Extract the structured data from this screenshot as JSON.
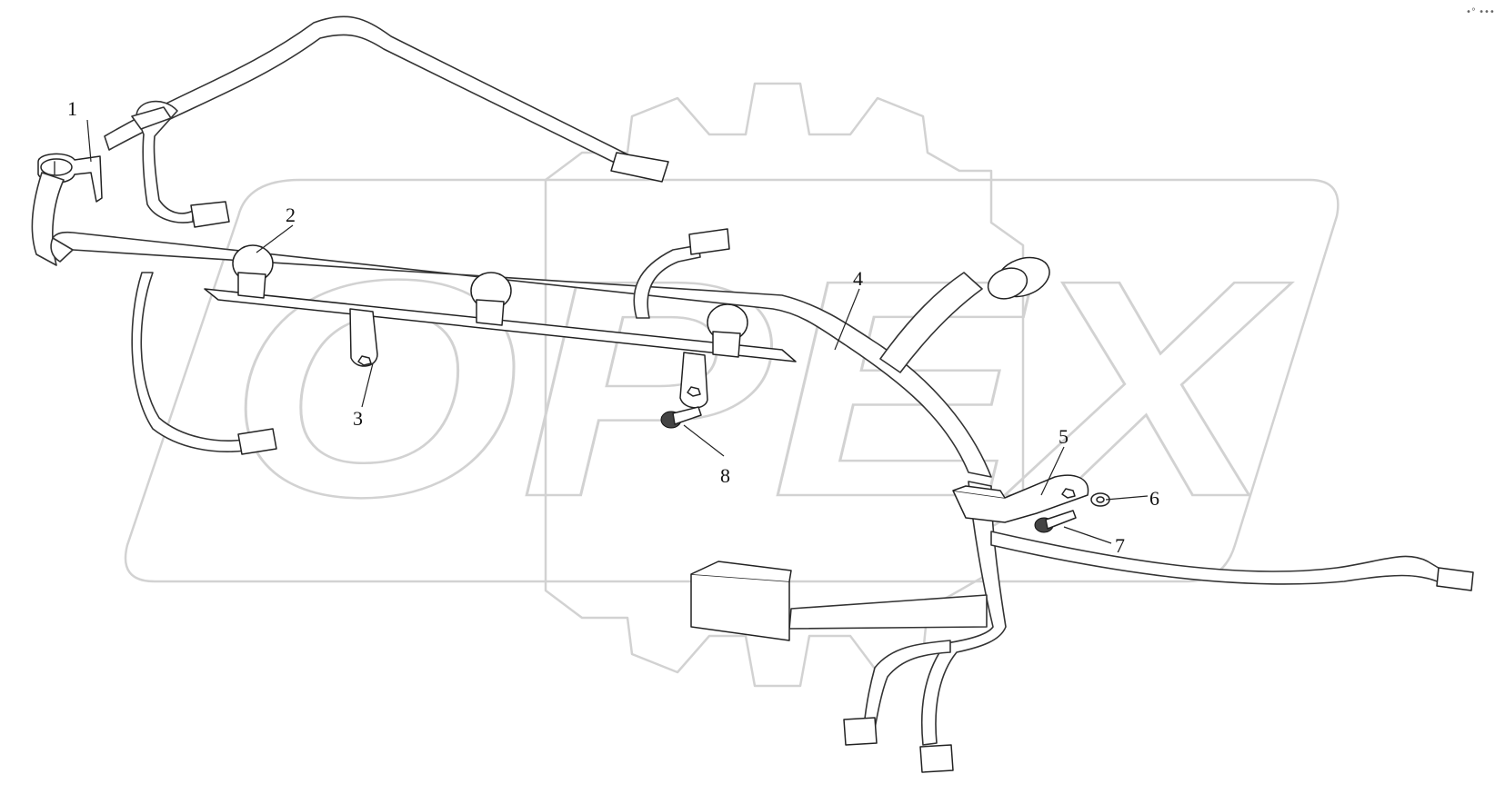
{
  "watermark": {
    "text": "OPEX"
  },
  "corner_mark": "•° •••",
  "callouts": [
    {
      "id": "1",
      "label": "1"
    },
    {
      "id": "2",
      "label": "2"
    },
    {
      "id": "3",
      "label": "3"
    },
    {
      "id": "4",
      "label": "4"
    },
    {
      "id": "5",
      "label": "5"
    },
    {
      "id": "6",
      "label": "6"
    },
    {
      "id": "7",
      "label": "7"
    },
    {
      "id": "8",
      "label": "8"
    }
  ]
}
